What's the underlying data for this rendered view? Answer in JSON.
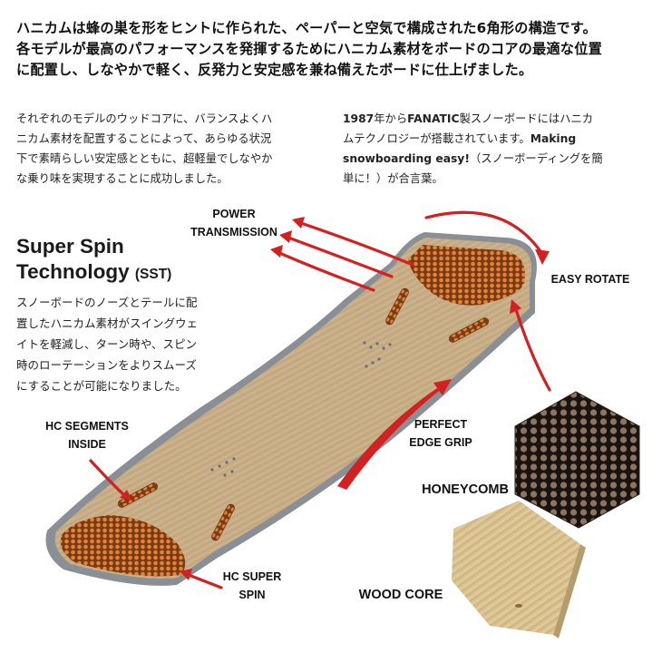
{
  "intro": {
    "lines": [
      "ハニカムは蜂の巣を形をヒントに作られた、ペーパーと空気で構成された6角形の構造です。",
      "各モデルが最高のパフォーマンスを発揮するためにハニカム素材をボードのコアの最適な位置",
      "に配置し、しなやかで軽く、反発力と安定感を兼ね備えたボードに仕上げました。"
    ]
  },
  "left_paragraph": {
    "lines": [
      "それぞれのモデルのウッドコアに、バランスよくハ",
      "ニカム素材を配置することによって、あらゆる状況",
      "下で素晴らしい安定感とともに、超軽量でしなやか",
      "な乗り味を実現することに成功しました。"
    ]
  },
  "right_paragraph": {
    "l1_a": "1987",
    "l1_b": "年から",
    "l1_c": "FANATIC",
    "l1_d": "製スノーボードにはハニカ",
    "l2_a": "ムテクノロジーが搭載されています。",
    "l2_b": "Making",
    "l3_a": "snowboarding easy!",
    "l3_b": "（スノーボーディングを簡",
    "l4": "単に！）が合言葉。"
  },
  "sst": {
    "title_line1": "Super Spin",
    "title_line2": "Technology",
    "title_suffix": "(SST)",
    "desc_lines": [
      "スノーボードのノーズとテールに配",
      "置したハニカム素材がスイングウェ",
      "イトを軽減し、ターン時や、スピン",
      "時のローテーションをよりスムーズ",
      "にすることが可能になりました。"
    ]
  },
  "labels": {
    "power_1": "POWER",
    "power_2": "TRANSMISSION",
    "easy_rotate": "EASY ROTATE",
    "perfect_1": "PERFECT",
    "perfect_2": "EDGE GRIP",
    "hc_segments_1": "HC SEGMENTS",
    "hc_segments_2": "INSIDE",
    "honeycomb": "HONEYCOMB",
    "hc_super_1": "HC SUPER",
    "hc_super_2": "SPIN",
    "wood_core": "WOOD CORE"
  },
  "colors": {
    "arrow_red": "#d32020",
    "board_wood": "#c9b089",
    "board_edge": "#8a8f96",
    "honeycomb_orange": "#d26a2a"
  }
}
